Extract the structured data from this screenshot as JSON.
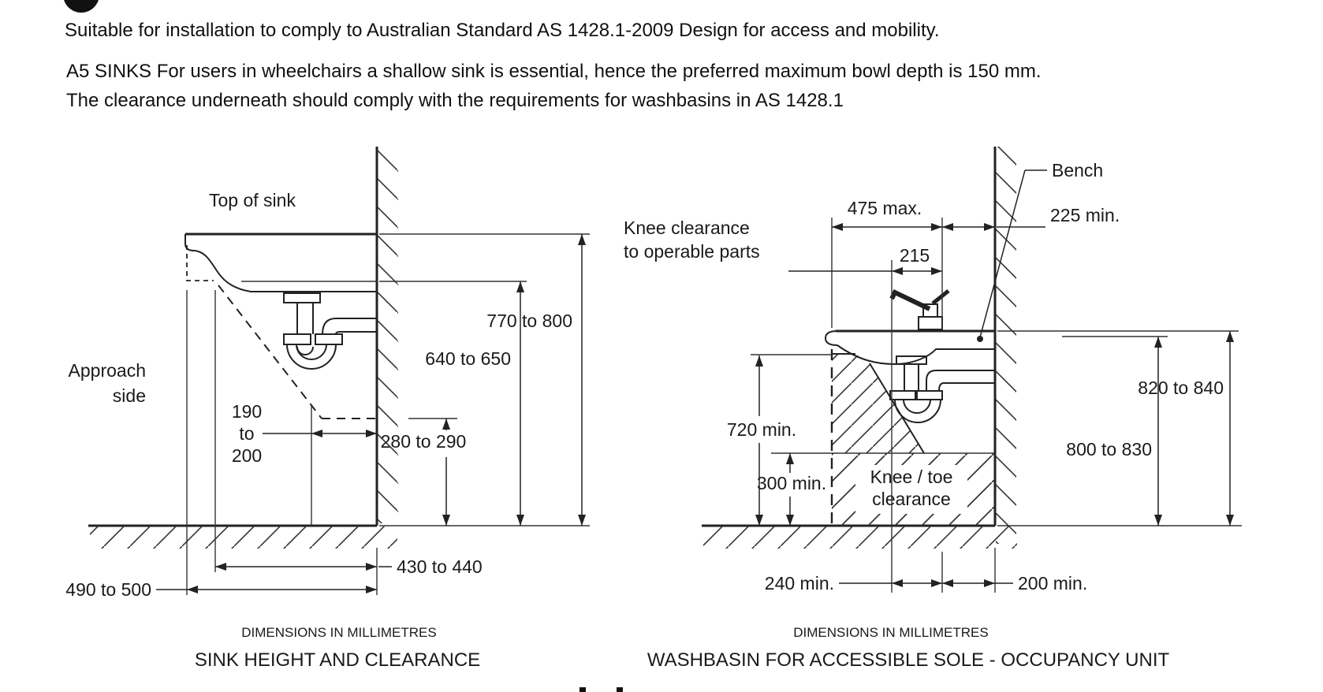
{
  "header": {
    "intro": "Suitable for installation to comply to Australian Standard AS 1428.1-2009 Design for access and mobility.",
    "para_line1": "A5 SINKS For users in wheelchairs a shallow sink is essential, hence the preferred maximum bowl depth is 150 mm.",
    "para_line2": "The clearance underneath should comply with the requirements for washbasins in AS 1428.1"
  },
  "left_diagram": {
    "units_note": "DIMENSIONS IN MILLIMETRES",
    "title": "SINK HEIGHT AND CLEARANCE",
    "labels": {
      "top_of_sink": "Top of sink",
      "approach_line1": "Approach",
      "approach_line2": "side"
    },
    "dimensions": {
      "sink_top_height": "770 to 800",
      "rim_underside_height": "640 to 650",
      "toe_clearance_height": "280 to 290",
      "drain_offset_line1": "190",
      "drain_offset_line2": "to",
      "drain_offset_line3": "200",
      "clearance_depth_inner": "430 to 440",
      "clearance_depth_outer": "490 to 500"
    }
  },
  "right_diagram": {
    "units_note": "DIMENSIONS IN MILLIMETRES",
    "title": "WASHBASIN FOR ACCESSIBLE SOLE - OCCUPANCY UNIT",
    "labels": {
      "bench": "Bench",
      "knee_clearance_line1": "Knee clearance",
      "knee_clearance_line2": "to operable parts",
      "knee_toe_line1": "Knee / toe",
      "knee_toe_line2": "clearance"
    },
    "dimensions": {
      "basin_depth_max": "475 max.",
      "tap_to_wall_min": "225 min.",
      "knee_to_taps": "215",
      "underside_height_min": "720 min.",
      "toe_height_min": "300 min.",
      "bench_top_height": "820 to 840",
      "basin_rim_height": "800 to 830",
      "toe_depth_min": "240 min.",
      "toe_wall_min": "200 min."
    }
  },
  "colors": {
    "ink": "#1a1a1a",
    "line": "#222222",
    "background": "#ffffff"
  }
}
